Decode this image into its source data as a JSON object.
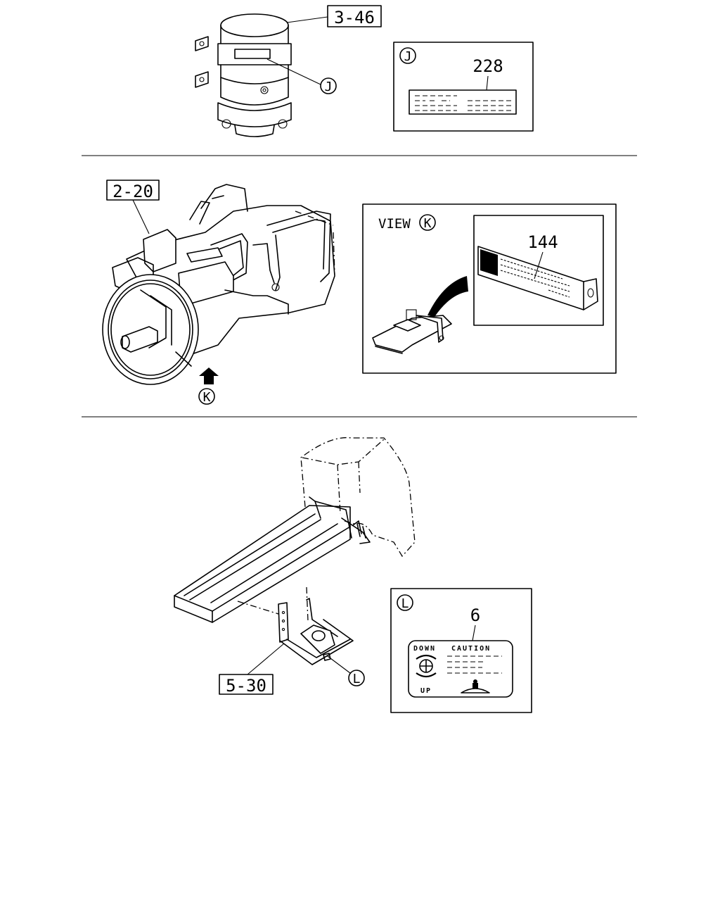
{
  "section_top": {
    "part_callout": "3-46",
    "detail_circle": "J",
    "detail": {
      "circle_label": "J",
      "part_number": "228"
    }
  },
  "section_middle": {
    "part_callout": "2-20",
    "view_circle": "K",
    "view": {
      "view_label": "VIEW",
      "circle_label": "K",
      "part_number": "144"
    }
  },
  "section_bottom": {
    "part_callout": "5-30",
    "detail_circle": "L",
    "detail": {
      "circle_label": "L",
      "part_number": "6",
      "label_down": "DOWN",
      "label_caution": "CAUTION",
      "label_up": "UP"
    }
  }
}
